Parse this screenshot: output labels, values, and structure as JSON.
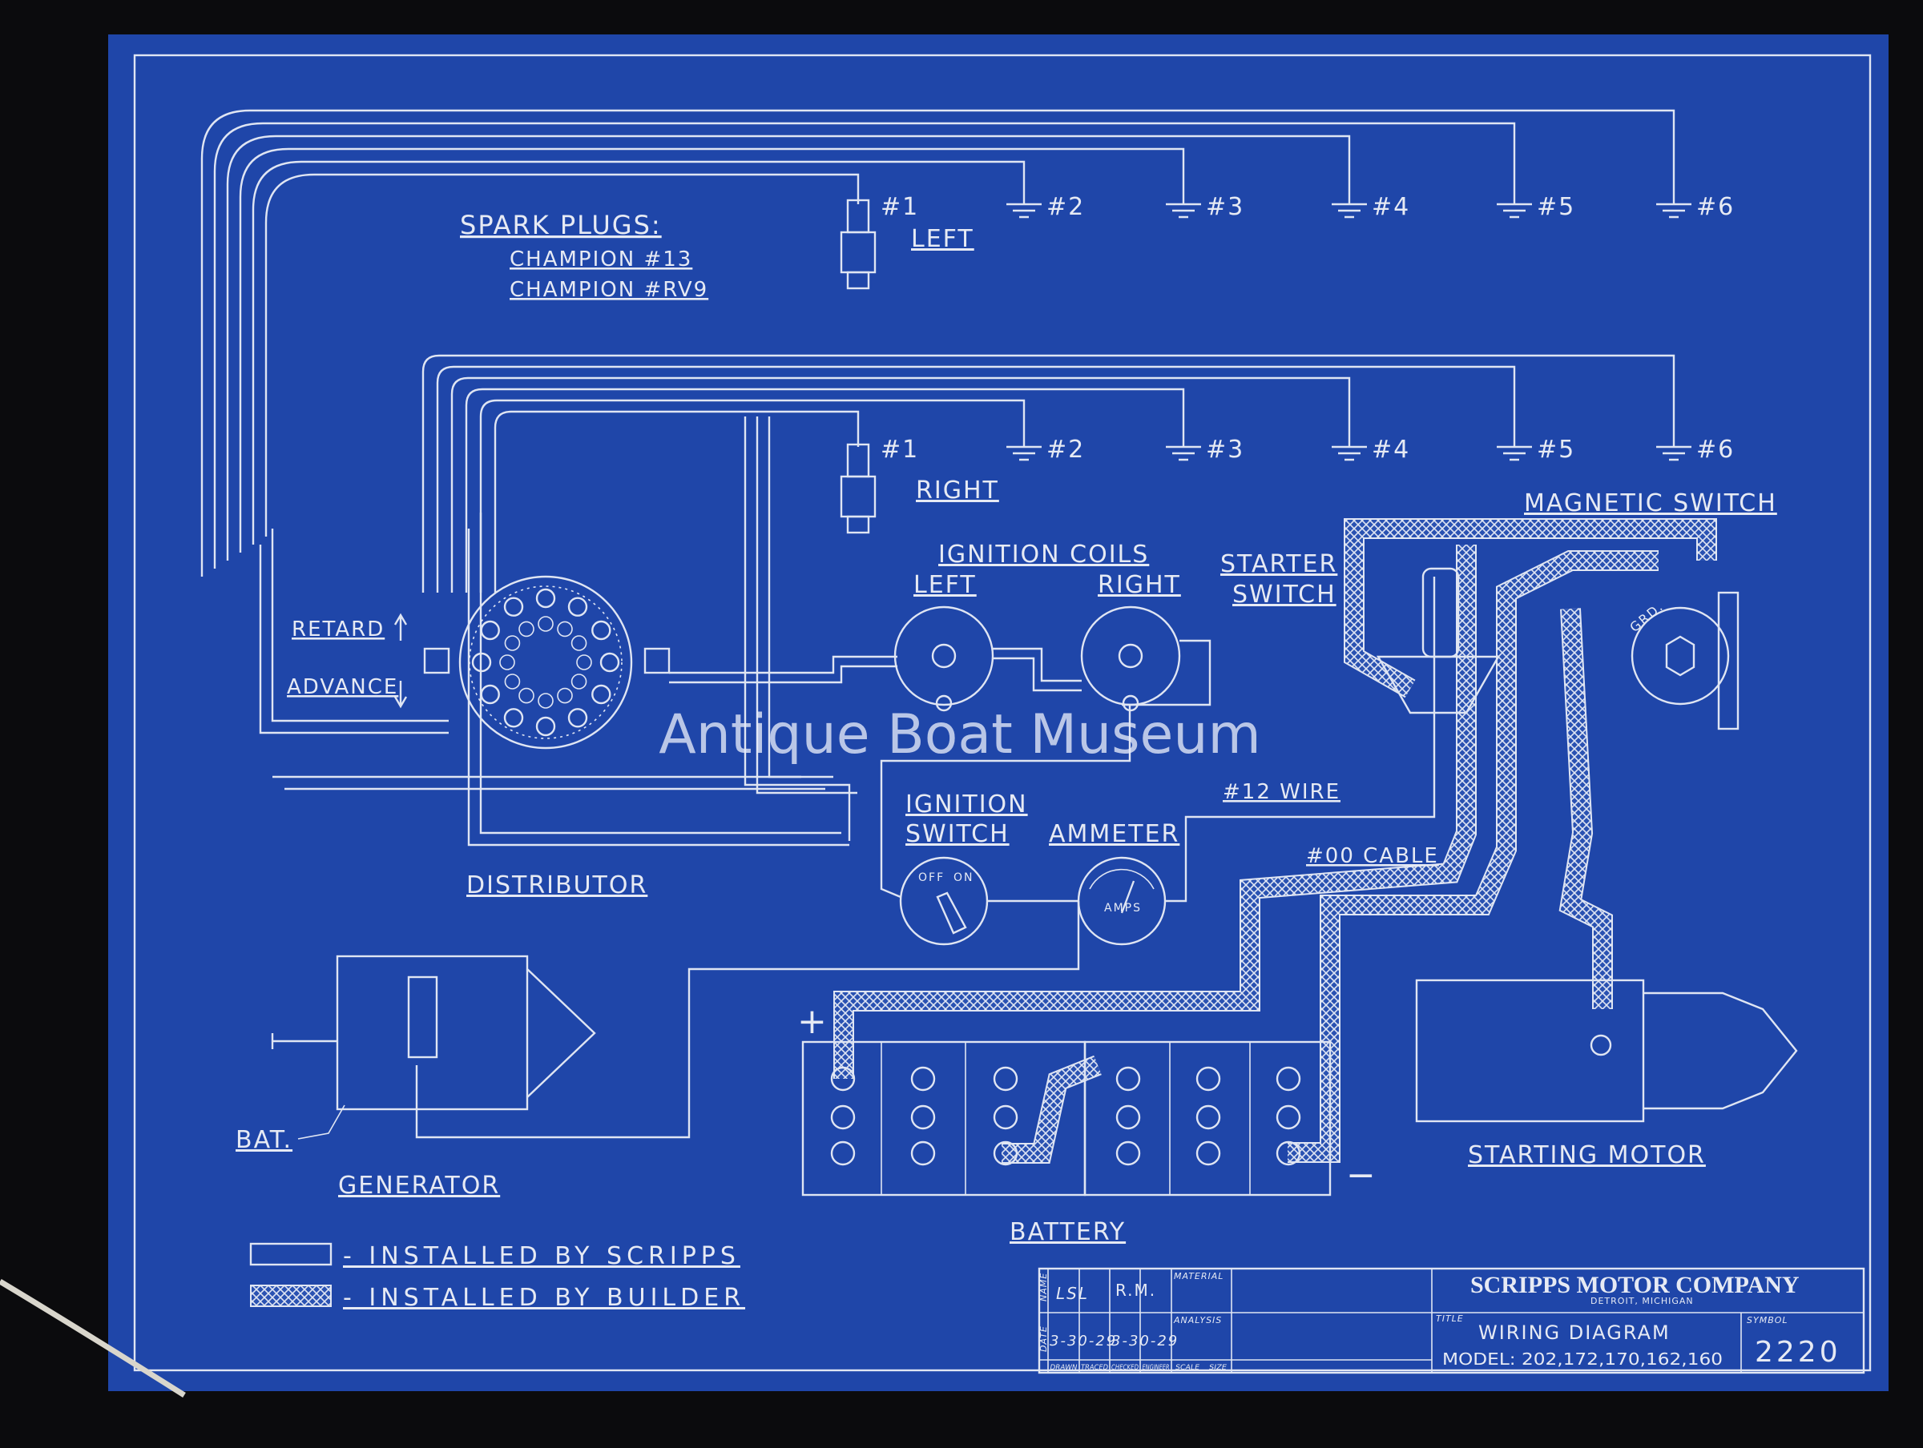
{
  "watermark": "Antique Boat Museum",
  "spark_plugs": {
    "heading": "SPARK PLUGS:",
    "type_1": "CHAMPION #13",
    "type_2": "CHAMPION #RV9"
  },
  "left_bank": {
    "label": "LEFT",
    "plugs": [
      "#1",
      "#2",
      "#3",
      "#4",
      "#5",
      "#6"
    ]
  },
  "right_bank": {
    "label": "RIGHT",
    "plugs": [
      "#1",
      "#2",
      "#3",
      "#4",
      "#5",
      "#6"
    ]
  },
  "labels": {
    "magnetic_switch": "MAGNETIC SWITCH",
    "ignition_coils": "IGNITION COILS",
    "coil_left": "LEFT",
    "coil_right": "RIGHT",
    "starter_switch_1": "STARTER",
    "starter_switch_2": "SWITCH",
    "retard": "RETARD",
    "advance": "ADVANCE",
    "ignition_switch_1": "IGNITION",
    "ignition_switch_2": "SWITCH",
    "ammeter": "AMMETER",
    "wire_12": "#12 WIRE",
    "cable_00": "#00 CABLE",
    "distributor": "DISTRIBUTOR",
    "bat": "BAT.",
    "generator": "GENERATOR",
    "battery": "BATTERY",
    "starting_motor": "STARTING MOTOR",
    "plus": "+",
    "minus": "−",
    "off": "OFF",
    "on": "ON",
    "amps": "AMPS",
    "grd": "GRD."
  },
  "legend": [
    {
      "style": "plain",
      "text": "- INSTALLED BY SCRIPPS"
    },
    {
      "style": "hatched",
      "text": "- INSTALLED BY BUILDER"
    }
  ],
  "title_block": {
    "name_label": "NAME",
    "date_label": "DATE",
    "drawn_name": "LSL",
    "checked_name": "R.M.",
    "drawn_date": "3-30-29",
    "checked_date": "3-30-29",
    "material_label": "MATERIAL",
    "analysis_label": "ANALYSIS",
    "columns": [
      "DRAWN",
      "TRACED",
      "CHECKED",
      "ENGINEER",
      "SCALE",
      "SIZE"
    ],
    "company": "SCRIPPS MOTOR COMPANY",
    "location": "DETROIT, MICHIGAN",
    "title_label": "TITLE",
    "title": "WIRING  DIAGRAM",
    "models": "MODEL: 202,172,170,162,160",
    "symbol_label": "SYMBOL",
    "symbol": "2220"
  },
  "colors": {
    "paper": "#1f46a9",
    "ink": "#e6eaf4",
    "background": "#0b0b0d"
  }
}
